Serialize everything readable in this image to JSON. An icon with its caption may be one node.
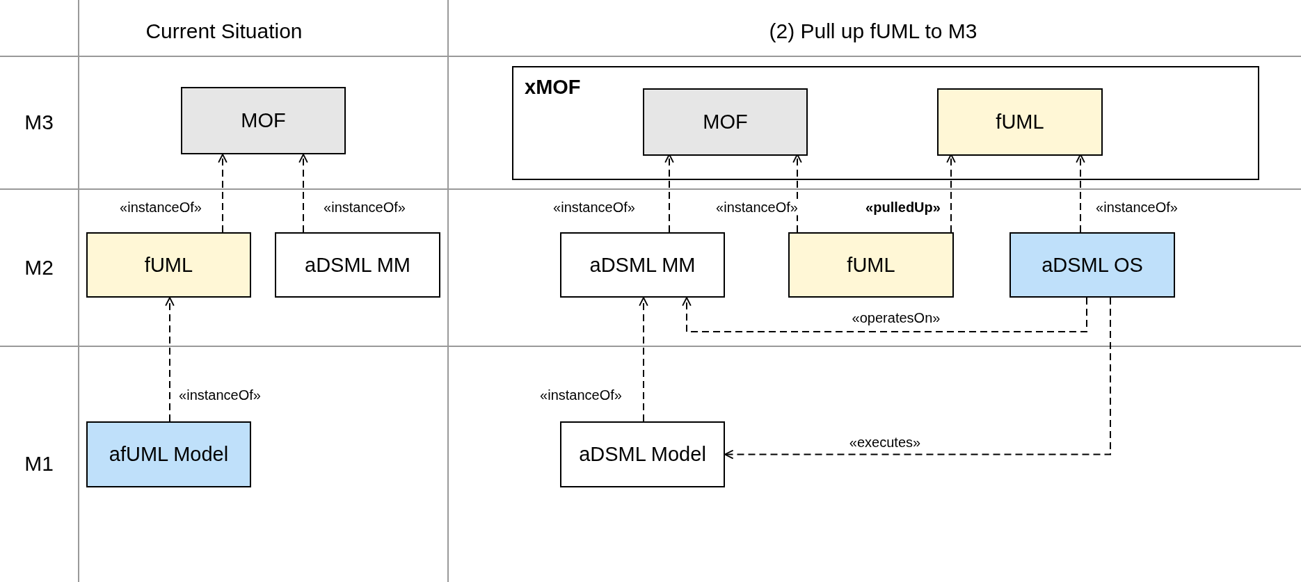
{
  "diagram": {
    "nodes": [
      {
        "text": [
          "MOF"
        ]
      },
      {
        "text": [
          "fUML"
        ]
      },
      {
        "text": [
          "aDSML MM"
        ]
      },
      {
        "text": [
          "afUML Model"
        ]
      },
      {
        "text": [
          "xMOF"
        ]
      },
      {
        "text": [
          "MOF"
        ],
        "in": 4
      },
      {
        "text": [
          "fUML"
        ],
        "in": 4
      },
      {
        "text": [
          "aDSML MM"
        ]
      },
      {
        "text": [
          "fUML"
        ]
      },
      {
        "text": [
          "aDSML OS"
        ]
      },
      {
        "text": [
          "aDSML Model"
        ]
      }
    ],
    "edges": [
      {
        "from": 1,
        "to": 0,
        "arrow": "to",
        "label": "«instanceOf»",
        "style": "dashed"
      },
      {
        "from": 2,
        "to": 0,
        "arrow": "to",
        "label": "«instanceOf»",
        "style": "dashed"
      },
      {
        "from": 3,
        "to": 1,
        "arrow": "to",
        "label": "«instanceOf»",
        "style": "dashed"
      },
      {
        "from": 7,
        "to": 5,
        "arrow": "to",
        "label": "«instanceOf»",
        "style": "dashed"
      },
      {
        "from": 8,
        "to": 5,
        "arrow": "to",
        "label": "«instanceOf»",
        "style": "dashed"
      },
      {
        "from": 8,
        "to": 6,
        "arrow": "to",
        "label": "«pulledUp»",
        "style": "dashed"
      },
      {
        "from": 9,
        "to": 6,
        "arrow": "to",
        "label": "«instanceOf»",
        "style": "dashed"
      },
      {
        "from": 9,
        "to": 7,
        "arrow": "to",
        "label": "«operatesOn»",
        "style": "dashed"
      },
      {
        "from": 9,
        "to": 10,
        "arrow": "to",
        "label": "«executes»",
        "style": "dashed"
      },
      {
        "from": 10,
        "to": 7,
        "arrow": "to",
        "label": "«instanceOf»",
        "style": "dashed"
      }
    ],
    "labels": [
      "Current Situation",
      "(2) Pull up fUML to M3",
      "M3",
      "M2",
      "M1"
    ]
  }
}
